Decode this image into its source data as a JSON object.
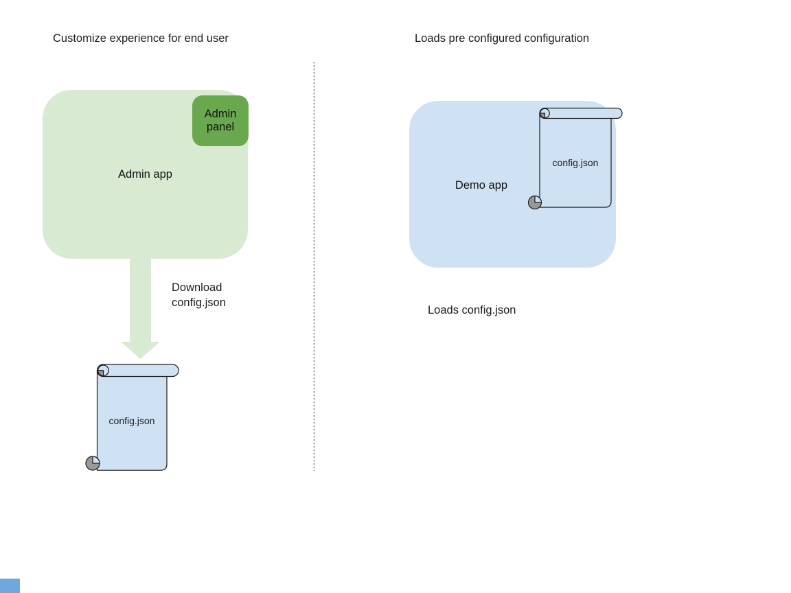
{
  "colors": {
    "light_green": "#d9ead3",
    "green": "#6aa84f",
    "light_blue": "#cfe2f3",
    "curl_gray": "#999999",
    "outline": "#1a1a1a",
    "divider_gray": "#808080",
    "corner_blue": "#6fa8dc",
    "text": "#1c1c1c",
    "background": "#ffffff"
  },
  "left_panel": {
    "title": "Customize experience for end user",
    "admin_app_label": "Admin app",
    "admin_panel_label": "Admin panel",
    "download_label": {
      "line1": "Download",
      "line2": "config.json"
    },
    "config_file_label": "config.json"
  },
  "right_panel": {
    "title": "Loads pre configured configuration",
    "demo_app_label": "Demo app",
    "config_file_label": "config.json",
    "caption": "Loads config.json"
  }
}
